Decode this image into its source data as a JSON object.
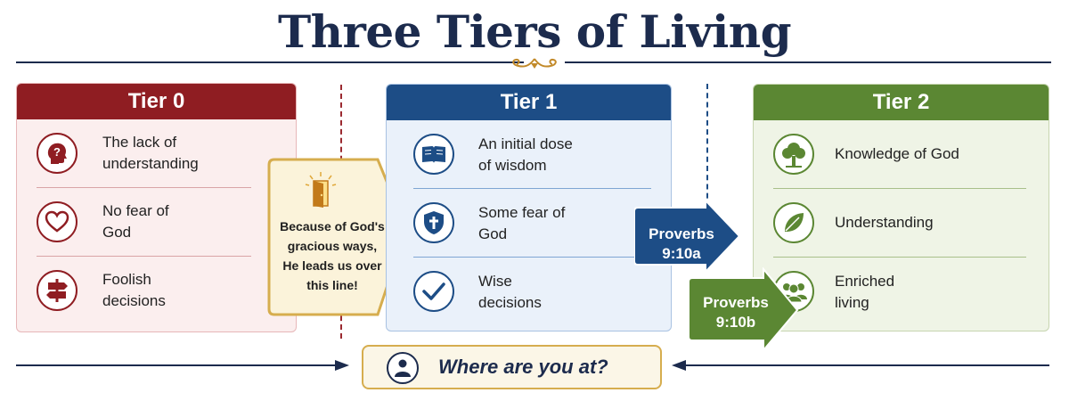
{
  "title": "Three Tiers of Living",
  "tiers": [
    {
      "label": "Tier 0",
      "items": [
        {
          "text": "The lack of\nunderstanding",
          "icon": "question-head-icon"
        },
        {
          "text": "No fear of\nGod",
          "icon": "heart-icon"
        },
        {
          "text": "Foolish\ndecisions",
          "icon": "signpost-icon"
        }
      ]
    },
    {
      "label": "Tier 1",
      "items": [
        {
          "text": "An initial dose\nof wisdom",
          "icon": "book-icon"
        },
        {
          "text": "Some fear of\nGod",
          "icon": "cross-shield-icon"
        },
        {
          "text": "Wise\ndecisions",
          "icon": "checkmark-icon"
        }
      ]
    },
    {
      "label": "Tier 2",
      "items": [
        {
          "text": "Knowledge of God",
          "icon": "tree-icon"
        },
        {
          "text": "Understanding",
          "icon": "leaf-icon"
        },
        {
          "text": "Enriched\nliving",
          "icon": "people-group-icon"
        }
      ]
    }
  ],
  "callout": {
    "text": "Because of God's gracious ways, He leads us over this line!",
    "icon": "open-door-icon"
  },
  "arrows": [
    {
      "label": "Proverbs\n9:10a"
    },
    {
      "label": "Proverbs\n9:10b"
    }
  ],
  "prompt": {
    "text": "Where are you at?",
    "icon": "person-icon"
  },
  "colors": {
    "navy": "#1c2b4d",
    "tier0": "#8f1d22",
    "tier1": "#1d4d86",
    "tier2": "#5b8733",
    "gold": "#d6ad4e"
  }
}
